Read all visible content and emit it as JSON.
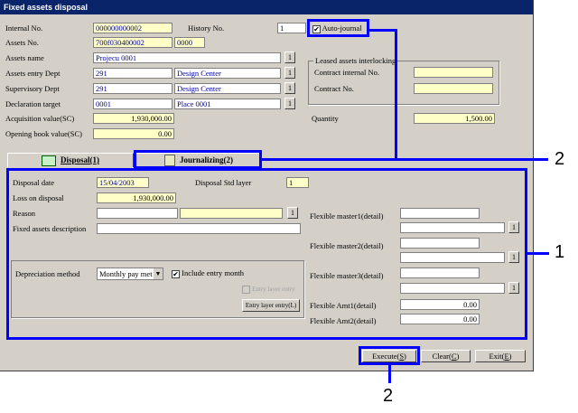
{
  "window": {
    "title": "Fixed assets disposal"
  },
  "header": {
    "internal_no_label": "Internal No.",
    "internal_no": "000000000002",
    "history_no_label": "History No.",
    "history_no": "1",
    "auto_journal_label": "Auto-journal",
    "assets_no_label": "Assets No.",
    "assets_no": "700f030400002",
    "assets_no_sub": "0000",
    "assets_name_label": "Assets name",
    "assets_name": "Projecu 0001",
    "entry_dept_label": "Assets entry Dept",
    "entry_dept_code": "291",
    "entry_dept_name": "Design Center",
    "supervisory_dept_label": "Supervisory Dept",
    "supervisory_dept_code": "291",
    "supervisory_dept_name": "Design Center",
    "declaration_label": "Declaration target",
    "declaration_code": "0001",
    "declaration_name": "Place 0001",
    "acq_value_label": "Acquisition value(SC)",
    "acq_value": "1,930,000.00",
    "opening_value_label": "Opening book value(SC)",
    "opening_value": "0.00",
    "quantity_label": "Quantity",
    "quantity": "1,500.00",
    "lookup_btn": "1"
  },
  "leased": {
    "group_label": "Leased assets interlocking",
    "contract_internal_label": "Contract internal No.",
    "contract_no_label": "Contract No."
  },
  "tabs": {
    "disposal": "Disposal(1)",
    "journalizing": "Journalizing(2)"
  },
  "disposal": {
    "date_label": "Disposal date",
    "date": "15/04/2003",
    "std_layer_label": "Disposal Std layer",
    "std_layer": "1",
    "loss_label": "Loss on disposal",
    "loss": "1,930,000.00",
    "reason_label": "Reason",
    "desc_label": "Fixed assets description",
    "dep_method_label": "Depreciation method",
    "dep_method": "Monthly pay met",
    "include_entry_label": "Include entry month",
    "entry_layer_label": "Entry layer entry",
    "entry_layer_btn": "Entry layer entry(L)",
    "flex1_label": "Flexible master1(detail)",
    "flex2_label": "Flexible master2(detail)",
    "flex3_label": "Flexible master3(detail)",
    "amt1_label": "Flexible Amt1(detail)",
    "amt1": "0.00",
    "amt2_label": "Flexible Amt2(detail)",
    "amt2": "0.00"
  },
  "buttons": {
    "execute_pre": "Execute(",
    "execute_key": "S",
    "execute_post": ")",
    "clear_pre": "Clear(",
    "clear_key": "C",
    "clear_post": ")",
    "exit_pre": "Exit(",
    "exit_key": "E",
    "exit_post": ")"
  },
  "callouts": {
    "c_right": "1",
    "c_tab": "2",
    "c_exec": "2"
  },
  "colors": {
    "highlight": "#0000ff",
    "title_bar": "#0a246a",
    "required_field": "#ffffc8"
  }
}
